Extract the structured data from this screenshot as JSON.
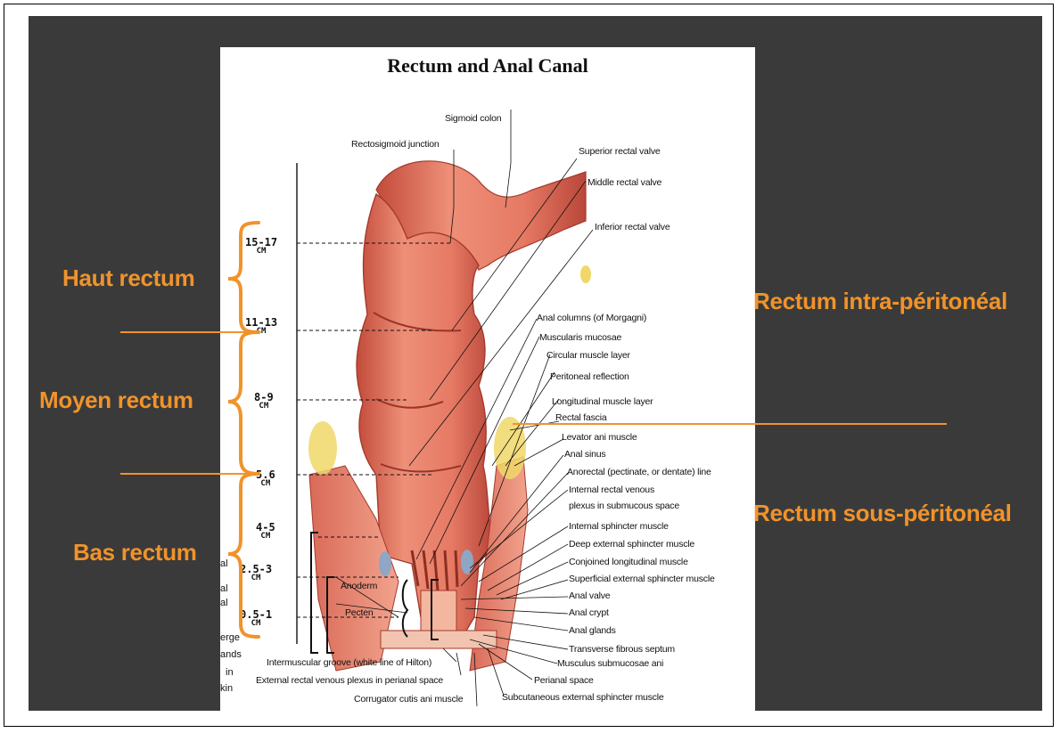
{
  "figure": {
    "title": "Rectum and Anal Canal",
    "labels": {
      "sigmoid_colon": "Sigmoid colon",
      "rectosigmoid_junction": "Rectosigmoid junction",
      "superior_rectal_valve": "Superior rectal valve",
      "middle_rectal_valve": "Middle rectal valve",
      "inferior_rectal_valve": "Inferior rectal valve",
      "anal_columns": "Anal columns (of Morgagni)",
      "muscularis_mucosae": "Muscularis mucosae",
      "circular_muscle_layer": "Circular muscle layer",
      "peritoneal_reflection": "Peritoneal reflection",
      "longitudinal_muscle_layer": "Longitudinal muscle layer",
      "rectal_fascia": "Rectal fascia",
      "levator_ani_muscle": "Levator ani muscle",
      "anal_sinus": "Anal sinus",
      "anorectal_line": "Anorectal (pectinate, or dentate) line",
      "internal_rectal_venous_1": "Internal rectal venous",
      "internal_rectal_venous_2": "plexus in submucous space",
      "internal_sphincter": "Internal sphincter muscle",
      "deep_external_sphincter": "Deep external sphincter muscle",
      "conjoined_longitudinal": "Conjoined longitudinal muscle",
      "superficial_external_sphincter": "Superficial external sphincter muscle",
      "anal_valve": "Anal valve",
      "anal_crypt": "Anal crypt",
      "anal_glands": "Anal glands",
      "transverse_fibrous_septum": "Transverse fibrous septum",
      "musculus_submucosae_ani": "Musculus submucosae ani",
      "perianal_space": "Perianal space",
      "subcutaneous_external_sphincter": "Subcutaneous external sphincter muscle",
      "corrugator_cutis": "Corrugator cutis ani muscle",
      "external_rectal_venous": "External rectal venous plexus in perianal space",
      "intermuscular_groove": "Intermuscular groove (white line of Hilton)",
      "anoderm": "Anoderm",
      "pecten": "Pecten"
    },
    "cut_labels": [
      "al",
      "al",
      "al",
      "erge",
      "ands",
      "in",
      "kin"
    ],
    "distances": [
      {
        "value": "15-17",
        "unit": "CM"
      },
      {
        "value": "11-13",
        "unit": "CM"
      },
      {
        "value": "8-9",
        "unit": "CM"
      },
      {
        "value": "5.6",
        "unit": "CM"
      },
      {
        "value": "4-5",
        "unit": "CM"
      },
      {
        "value": "2.5-3",
        "unit": "CM"
      },
      {
        "value": "0.5-1",
        "unit": "CM"
      }
    ]
  },
  "zones": {
    "haut": "Haut rectum",
    "moyen": "Moyen rectum",
    "bas": "Bas rectum",
    "intra": "Rectum intra-péritonéal",
    "sous": "Rectum sous-péritonéal"
  },
  "colors": {
    "accent": "#f0932b",
    "slide_bg": "#3a3a3a",
    "tissue": "#e4826f",
    "tissue_dark": "#c2503f"
  }
}
